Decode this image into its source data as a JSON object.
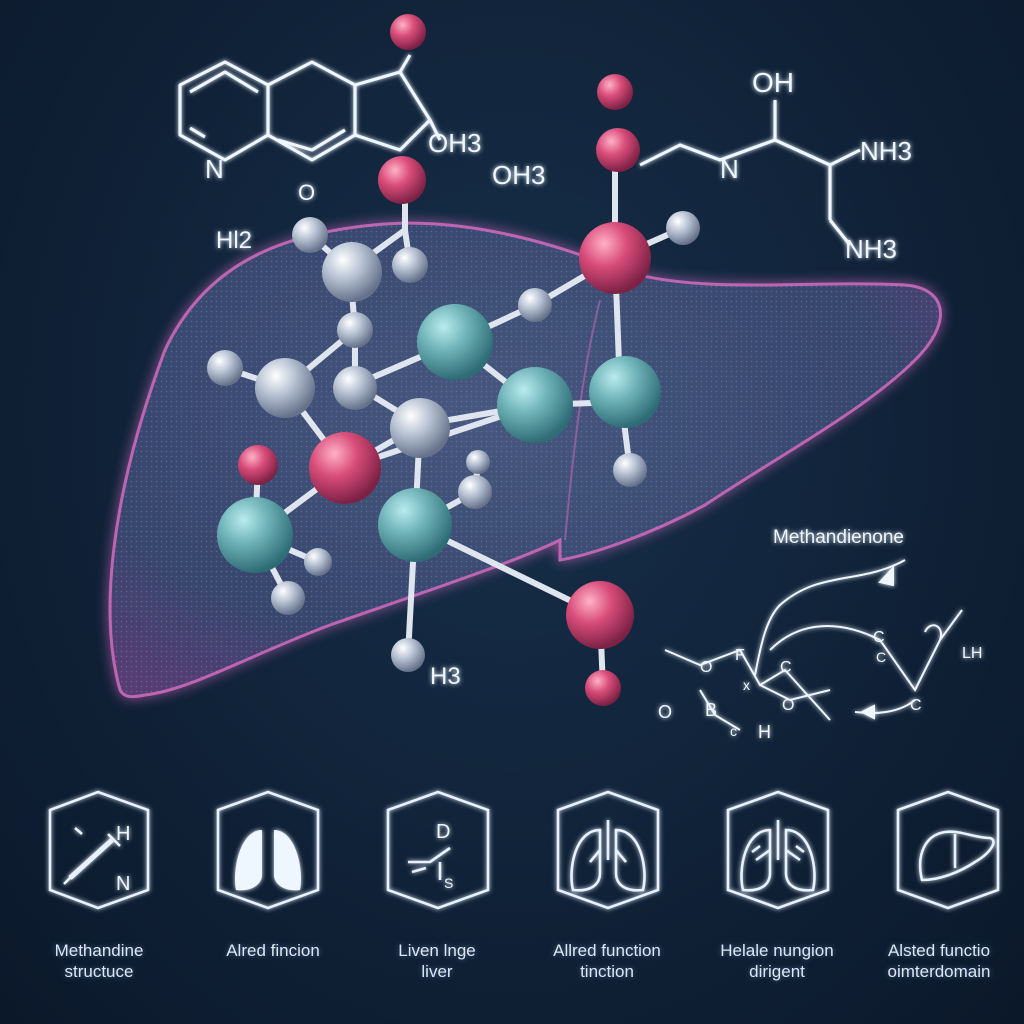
{
  "structure_labels": {
    "n_ring": "N",
    "oh_ring": "OH3",
    "oh_side": "OH3",
    "oh_top": "OH",
    "n_chain": "N",
    "nh_upper": "NH3",
    "nh_lower": "NH3",
    "o_small": "O",
    "h2_left": "Hl2",
    "h3_bottom": "H3"
  },
  "molecule_name": "Methandienone",
  "diagram_labels": {
    "f": "F",
    "x": "x",
    "o_left": "O",
    "o_mid": "O",
    "b": "B",
    "c_small": "c",
    "h": "H",
    "o_right": "O",
    "c1": "C",
    "c2": "C",
    "c3": "C",
    "lh": "LH"
  },
  "icon_glyphs": {
    "icon1_h": "H",
    "icon1_n": "N",
    "icon3_d": "D",
    "icon3_s": "S"
  },
  "captions": [
    {
      "line1": "Methandine",
      "line2": "structuce"
    },
    {
      "line1": "Alred fincion",
      "line2": ""
    },
    {
      "line1": "Liven lnge",
      "line2": "liver"
    },
    {
      "line1": "Allred function",
      "line2": "tinction"
    },
    {
      "line1": "Helale nungion",
      "line2": "dirigent"
    },
    {
      "line1": "Alsted functio",
      "line2": "oimterdomain"
    }
  ],
  "colors": {
    "background": "#102238",
    "liver_fill": "#3d4d72",
    "liver_edge": "#c05aa8",
    "atom_teal": "#6fb3b8",
    "atom_pink": "#d94d7a",
    "atom_gray": "#b8c3d4",
    "line_white": "#eef6ff"
  }
}
